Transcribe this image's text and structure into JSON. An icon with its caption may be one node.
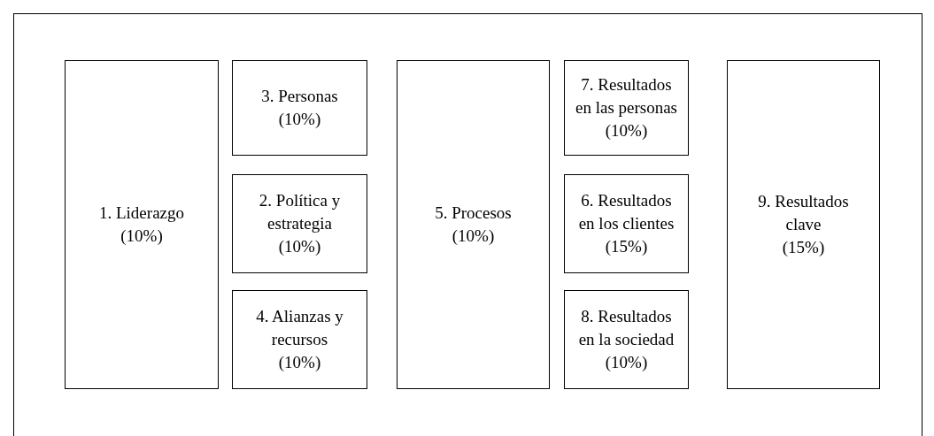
{
  "diagram": {
    "nodes": [
      {
        "text": [],
        "shape": "box"
      },
      {
        "text": [
          "1. Liderazgo",
          "(10%)"
        ],
        "in": 0
      },
      {
        "text": [
          "3. Personas",
          "(10%)"
        ],
        "in": 0
      },
      {
        "text": [
          "2. Política y estrategia",
          "(10%)"
        ],
        "in": 0
      },
      {
        "text": [
          "4. Alianzas y recursos",
          "(10%)"
        ],
        "in": 0
      },
      {
        "text": [
          "5. Procesos",
          "(10%)"
        ],
        "in": 0
      },
      {
        "text": [
          "7. Resultados en las personas",
          "(10%)"
        ],
        "in": 0
      },
      {
        "text": [
          "6. Resultados en los clientes",
          "(15%)"
        ],
        "in": 0
      },
      {
        "text": [
          "8. Resultados en la sociedad",
          "(10%)"
        ],
        "in": 0
      },
      {
        "text": [
          "9. Resultados clave",
          "(15%)"
        ],
        "in": 0
      }
    ]
  }
}
